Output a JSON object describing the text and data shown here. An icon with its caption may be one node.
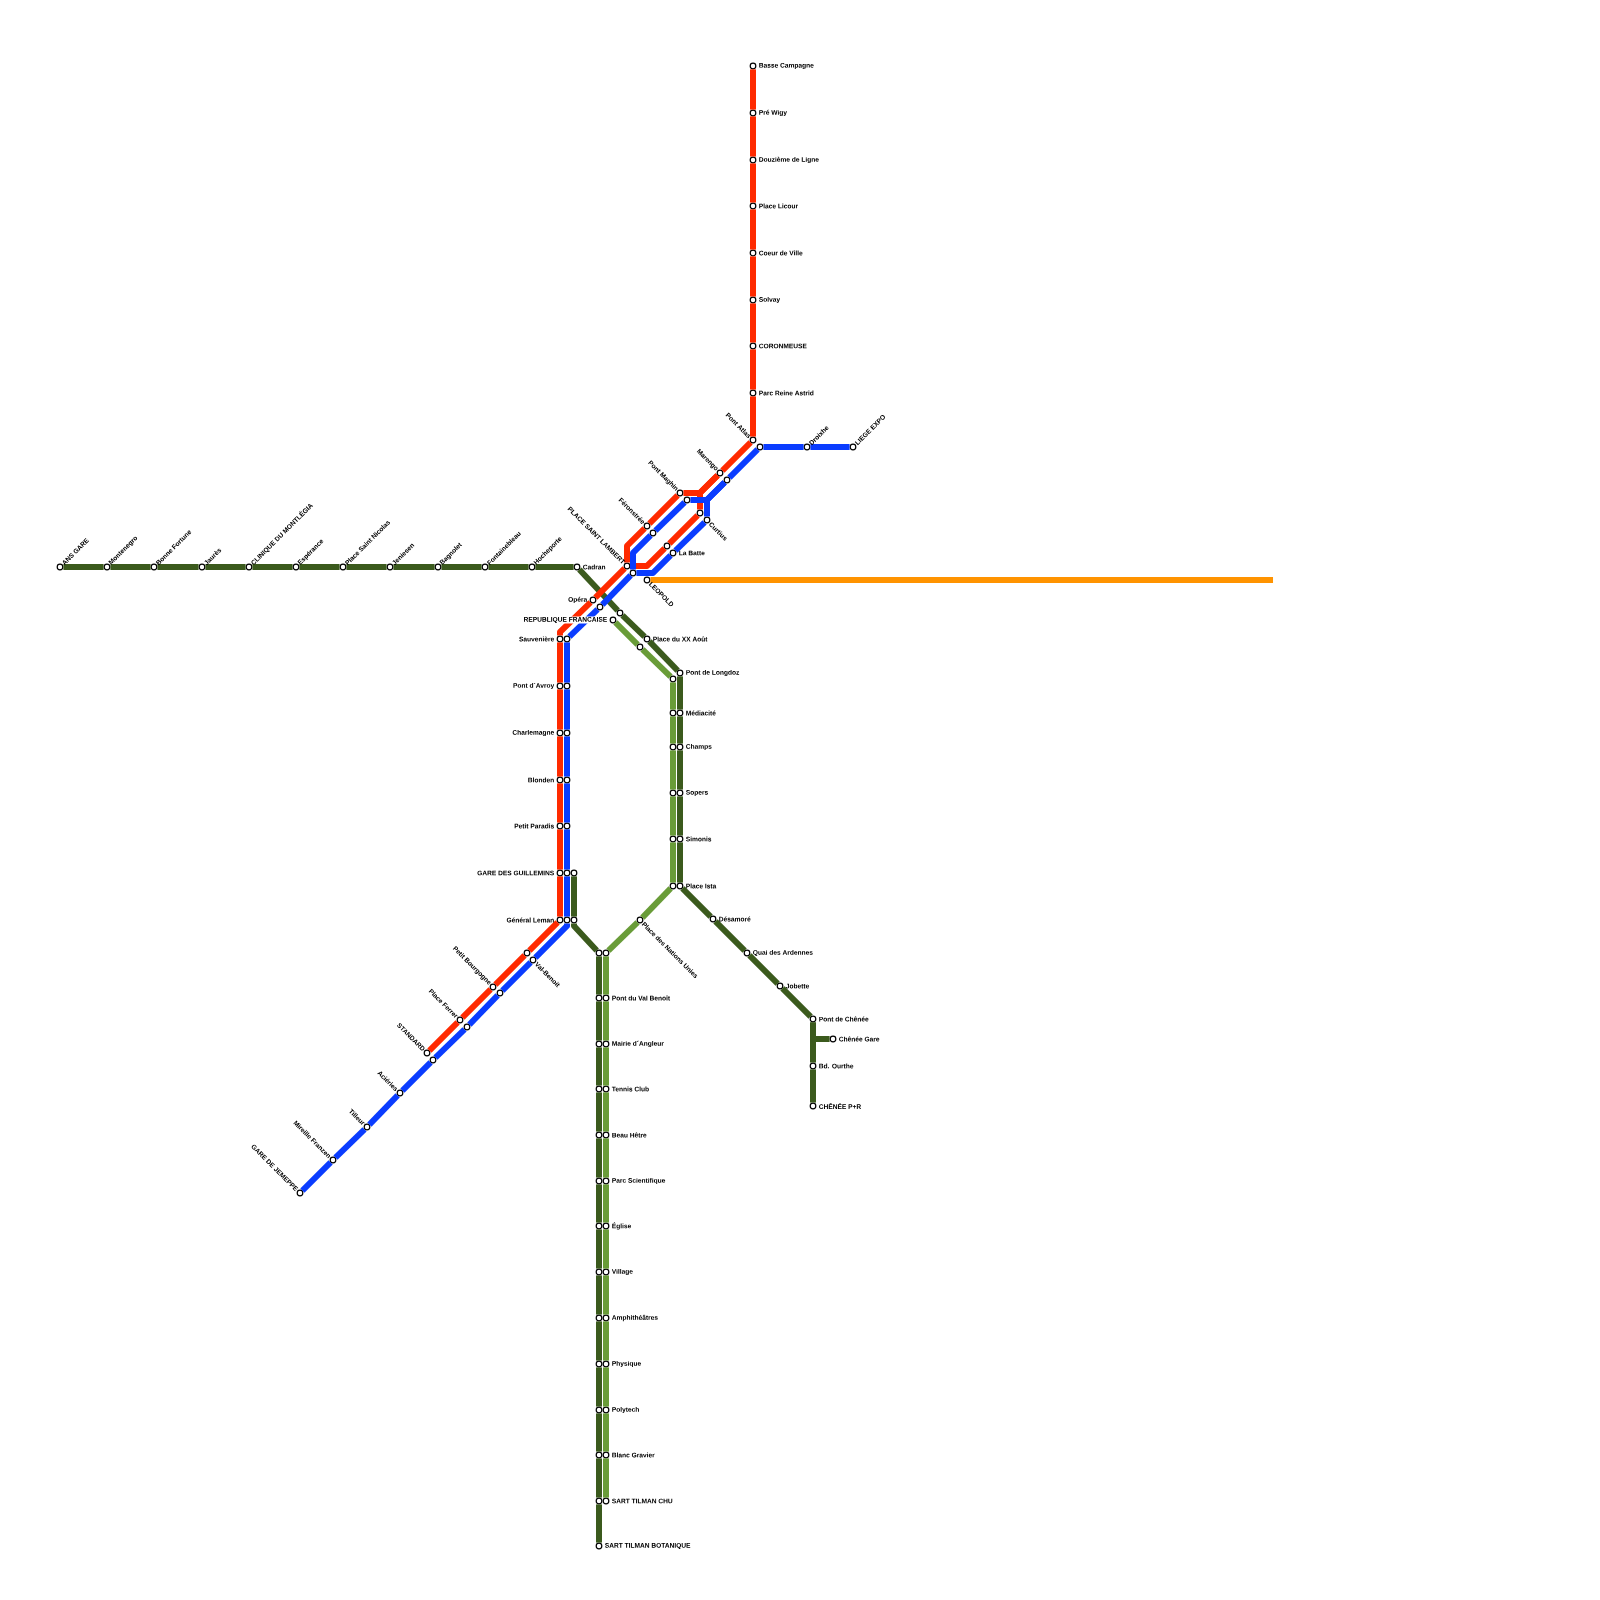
{
  "diagram": {
    "nodes": [
      {
        "text": [],
        "shape": "circle",
        "beside": [
          "ANS GARE"
        ]
      },
      {
        "text": [],
        "shape": "circle",
        "beside": [
          "Montenegro"
        ]
      },
      {
        "text": [],
        "shape": "circle",
        "beside": [
          "Bonne Fortune"
        ]
      },
      {
        "text": [],
        "shape": "circle",
        "beside": [
          "Jaurès"
        ]
      },
      {
        "text": [],
        "shape": "circle",
        "beside": [
          "CLINIQUE DU MONTLÉGIA"
        ]
      },
      {
        "text": [],
        "shape": "circle",
        "beside": [
          "Espérance"
        ]
      },
      {
        "text": [],
        "shape": "circle",
        "beside": [
          "Place Saint Nicolas"
        ]
      },
      {
        "text": [],
        "shape": "circle",
        "beside": [
          "Jeniesen"
        ]
      },
      {
        "text": [],
        "shape": "circle",
        "beside": [
          "Bagnolet"
        ]
      },
      {
        "text": [],
        "shape": "circle",
        "beside": [
          "Fontainebleau"
        ]
      },
      {
        "text": [],
        "shape": "circle",
        "beside": [
          "Hocheporte"
        ]
      },
      {
        "text": [],
        "shape": "circle",
        "beside": [
          "Cadran"
        ]
      },
      {
        "text": [],
        "shape": "circle",
        "beside": [
          "Basse Campagne"
        ]
      },
      {
        "text": [],
        "shape": "circle",
        "beside": [
          "Pré Wigy"
        ]
      },
      {
        "text": [],
        "shape": "circle",
        "beside": [
          "Douzième de Ligne"
        ]
      },
      {
        "text": [],
        "shape": "circle",
        "beside": [
          "Place Licour"
        ]
      },
      {
        "text": [],
        "shape": "circle",
        "beside": [
          "Coeur de Ville"
        ]
      },
      {
        "text": [],
        "shape": "circle",
        "beside": [
          "Solvay"
        ]
      },
      {
        "text": [],
        "shape": "circle",
        "beside": [
          "CORONMEUSE"
        ]
      },
      {
        "text": [],
        "shape": "circle",
        "beside": [
          "Parc Reine Astrid"
        ]
      },
      {
        "text": [],
        "shape": "circle",
        "beside": [
          "Pont Atlas"
        ]
      },
      {
        "text": [],
        "shape": "circle"
      },
      {
        "text": [],
        "shape": "circle",
        "beside": [
          "Droixhe"
        ]
      },
      {
        "text": [],
        "shape": "circle",
        "beside": [
          "LIEGE EXPO"
        ]
      },
      {
        "text": [],
        "shape": "circle",
        "beside": [
          "Marengo"
        ]
      },
      {
        "text": [],
        "shape": "circle"
      },
      {
        "text": [],
        "shape": "circle",
        "beside": [
          "Pont Maghin"
        ]
      },
      {
        "text": [],
        "shape": "circle"
      },
      {
        "text": [],
        "shape": "circle"
      },
      {
        "text": [],
        "shape": "circle",
        "beside": [
          "Curtius"
        ]
      },
      {
        "text": [],
        "shape": "circle",
        "beside": [
          "Féronstrée"
        ]
      },
      {
        "text": [],
        "shape": "circle"
      },
      {
        "text": [],
        "shape": "circle"
      },
      {
        "text": [],
        "shape": "circle",
        "beside": [
          "La Batte"
        ]
      },
      {
        "text": [],
        "shape": "circle",
        "beside": [
          "PLACE SAINT LAMBERT"
        ]
      },
      {
        "text": [],
        "shape": "circle"
      },
      {
        "text": [],
        "shape": "circle",
        "beside": [
          "LEOPOLD"
        ]
      },
      {
        "text": [],
        "shape": "circle",
        "beside": [
          "Opéra"
        ]
      },
      {
        "text": [],
        "shape": "circle"
      },
      {
        "text": [],
        "shape": "circle"
      },
      {
        "text": [],
        "shape": "circle",
        "beside": [
          "REPUBLIQUE FRANCAISE"
        ]
      },
      {
        "text": [],
        "shape": "circle",
        "beside": [
          "Place du XX Août"
        ]
      },
      {
        "text": [],
        "shape": "circle"
      },
      {
        "text": [],
        "shape": "circle",
        "beside": [
          "Sauvenière"
        ]
      },
      {
        "text": [],
        "shape": "circle"
      },
      {
        "text": [],
        "shape": "circle"
      },
      {
        "text": [],
        "shape": "circle",
        "beside": [
          "Pont de Longdoz"
        ]
      },
      {
        "text": [],
        "shape": "circle",
        "beside": [
          "Pont d´Avroy"
        ]
      },
      {
        "text": [],
        "shape": "circle"
      },
      {
        "text": [],
        "shape": "circle",
        "beside": [
          "Charlemagne"
        ]
      },
      {
        "text": [],
        "shape": "circle"
      },
      {
        "text": [],
        "shape": "circle",
        "beside": [
          "Blonden"
        ]
      },
      {
        "text": [],
        "shape": "circle"
      },
      {
        "text": [],
        "shape": "circle",
        "beside": [
          "Petit Paradis"
        ]
      },
      {
        "text": [],
        "shape": "circle"
      },
      {
        "text": [],
        "shape": "circle",
        "beside": [
          "GARE DES GUILLEMINS"
        ]
      },
      {
        "text": [],
        "shape": "circle"
      },
      {
        "text": [],
        "shape": "circle"
      },
      {
        "text": [],
        "shape": "circle",
        "beside": [
          "Général Leman"
        ]
      },
      {
        "text": [],
        "shape": "circle"
      },
      {
        "text": [],
        "shape": "circle"
      },
      {
        "text": [],
        "shape": "circle"
      },
      {
        "text": [],
        "shape": "circle",
        "beside": [
          "Médiacité"
        ]
      },
      {
        "text": [],
        "shape": "circle"
      },
      {
        "text": [],
        "shape": "circle",
        "beside": [
          "Champs"
        ]
      },
      {
        "text": [],
        "shape": "circle"
      },
      {
        "text": [],
        "shape": "circle",
        "beside": [
          "Sopers"
        ]
      },
      {
        "text": [],
        "shape": "circle"
      },
      {
        "text": [],
        "shape": "circle",
        "beside": [
          "Simonis"
        ]
      },
      {
        "text": [],
        "shape": "circle"
      },
      {
        "text": [],
        "shape": "circle",
        "beside": [
          "Place Ista"
        ]
      },
      {
        "text": [],
        "shape": "circle",
        "beside": [
          "Désamoré"
        ]
      },
      {
        "text": [],
        "shape": "circle",
        "beside": [
          "Quai des Ardennes"
        ]
      },
      {
        "text": [],
        "shape": "circle",
        "beside": [
          "Jobette"
        ]
      },
      {
        "text": [],
        "shape": "circle",
        "beside": [
          "Pont de Chênée"
        ]
      },
      {
        "text": [],
        "shape": "circle",
        "beside": [
          "Chênée Gare"
        ]
      },
      {
        "text": [],
        "shape": "circle",
        "beside": [
          "Bd. Ourthe"
        ]
      },
      {
        "text": [],
        "shape": "circle",
        "beside": [
          "CHÊNÉE P+R"
        ]
      },
      {
        "text": [],
        "shape": "circle",
        "beside": [
          "Place des Nations Unies"
        ]
      },
      {
        "text": [],
        "shape": "circle"
      },
      {
        "text": [],
        "shape": "circle",
        "beside": [
          "Val-Benoit"
        ]
      },
      {
        "text": [],
        "shape": "circle",
        "beside": [
          "Petit Bourgogne"
        ]
      },
      {
        "text": [],
        "shape": "circle"
      },
      {
        "text": [],
        "shape": "circle",
        "beside": [
          "Place Ferrer"
        ]
      },
      {
        "text": [],
        "shape": "circle"
      },
      {
        "text": [],
        "shape": "circle",
        "beside": [
          "STANDARD"
        ]
      },
      {
        "text": [],
        "shape": "circle"
      },
      {
        "text": [],
        "shape": "circle",
        "beside": [
          "Aciéries"
        ]
      },
      {
        "text": [],
        "shape": "circle",
        "beside": [
          "Tilleur"
        ]
      },
      {
        "text": [],
        "shape": "circle",
        "beside": [
          "Mireille Franzen"
        ]
      },
      {
        "text": [],
        "shape": "circle",
        "beside": [
          "GARE DE JEMEPPE"
        ]
      },
      {
        "text": [],
        "shape": "circle"
      },
      {
        "text": [],
        "shape": "circle"
      },
      {
        "text": [],
        "shape": "circle"
      },
      {
        "text": [],
        "shape": "circle",
        "beside": [
          "Pont du Val Benoît"
        ]
      },
      {
        "text": [],
        "shape": "circle"
      },
      {
        "text": [],
        "shape": "circle",
        "beside": [
          "Mairie d´Angleur"
        ]
      },
      {
        "text": [],
        "shape": "circle"
      },
      {
        "text": [],
        "shape": "circle",
        "beside": [
          "Tennis Club"
        ]
      },
      {
        "text": [],
        "shape": "circle"
      },
      {
        "text": [],
        "shape": "circle",
        "beside": [
          "Beau Hêtre"
        ]
      },
      {
        "text": [],
        "shape": "circle"
      },
      {
        "text": [],
        "shape": "circle",
        "beside": [
          "Parc Scientifique"
        ]
      },
      {
        "text": [],
        "shape": "circle"
      },
      {
        "text": [],
        "shape": "circle",
        "beside": [
          "Église"
        ]
      },
      {
        "text": [],
        "shape": "circle"
      },
      {
        "text": [],
        "shape": "circle",
        "beside": [
          "Village"
        ]
      },
      {
        "text": [],
        "shape": "circle"
      },
      {
        "text": [],
        "shape": "circle",
        "beside": [
          "Amphithéâtres"
        ]
      },
      {
        "text": [],
        "shape": "circle"
      },
      {
        "text": [],
        "shape": "circle",
        "beside": [
          "Physique"
        ]
      },
      {
        "text": [],
        "shape": "circle"
      },
      {
        "text": [],
        "shape": "circle",
        "beside": [
          "Polytech"
        ]
      },
      {
        "text": [],
        "shape": "circle"
      },
      {
        "text": [],
        "shape": "circle",
        "beside": [
          "Blanc Gravier"
        ]
      },
      {
        "text": [],
        "shape": "circle"
      },
      {
        "text": [],
        "shape": "circle",
        "beside": [
          "SART TILMAN CHU"
        ]
      },
      {
        "text": [],
        "shape": "circle",
        "beside": [
          "SART TILMAN BOTANIQUE"
        ]
      }
    ],
    "edges": [
      {
        "from": 0,
        "to": 1,
        "arrow": "none",
        "color": "#3b5a1d"
      },
      {
        "from": 1,
        "to": 2,
        "arrow": "none",
        "color": "#3b5a1d"
      },
      {
        "from": 2,
        "to": 3,
        "arrow": "none",
        "color": "#3b5a1d"
      },
      {
        "from": 3,
        "to": 4,
        "arrow": "none",
        "color": "#3b5a1d"
      },
      {
        "from": 4,
        "to": 5,
        "arrow": "none",
        "color": "#3b5a1d"
      },
      {
        "from": 5,
        "to": 6,
        "arrow": "none",
        "color": "#3b5a1d"
      },
      {
        "from": 6,
        "to": 7,
        "arrow": "none",
        "color": "#3b5a1d"
      },
      {
        "from": 7,
        "to": 8,
        "arrow": "none",
        "color": "#3b5a1d"
      },
      {
        "from": 8,
        "to": 9,
        "arrow": "none",
        "color": "#3b5a1d"
      },
      {
        "from": 9,
        "to": 10,
        "arrow": "none",
        "color": "#3b5a1d"
      },
      {
        "from": 10,
        "to": 11,
        "arrow": "none",
        "color": "#3b5a1d"
      },
      {
        "from": 11,
        "to": 39,
        "arrow": "none",
        "color": "#3b5a1d"
      },
      {
        "from": 39,
        "to": 41,
        "arrow": "none",
        "color": "#3b5a1d"
      },
      {
        "from": 41,
        "to": 46,
        "arrow": "none",
        "color": "#3b5a1d"
      },
      {
        "from": 46,
        "to": 62,
        "arrow": "none",
        "color": "#3b5a1d"
      },
      {
        "from": 62,
        "to": 64,
        "arrow": "none",
        "color": "#3b5a1d"
      },
      {
        "from": 64,
        "to": 66,
        "arrow": "none",
        "color": "#3b5a1d"
      },
      {
        "from": 66,
        "to": 68,
        "arrow": "none",
        "color": "#3b5a1d"
      },
      {
        "from": 68,
        "to": 70,
        "arrow": "none",
        "color": "#3b5a1d"
      },
      {
        "from": 70,
        "to": 71,
        "arrow": "none",
        "color": "#3b5a1d"
      },
      {
        "from": 71,
        "to": 72,
        "arrow": "none",
        "color": "#3b5a1d"
      },
      {
        "from": 72,
        "to": 73,
        "arrow": "none",
        "color": "#3b5a1d"
      },
      {
        "from": 73,
        "to": 74,
        "arrow": "none",
        "color": "#3b5a1d"
      },
      {
        "from": 74,
        "to": 76,
        "arrow": "none",
        "color": "#3b5a1d"
      },
      {
        "from": 76,
        "to": 77,
        "arrow": "none",
        "color": "#3b5a1d"
      },
      {
        "from": 74,
        "to": 75,
        "arrow": "none",
        "color": "#3b5a1d"
      },
      {
        "from": 12,
        "to": 13,
        "arrow": "none",
        "color": "#ff2a00"
      },
      {
        "from": 13,
        "to": 14,
        "arrow": "none",
        "color": "#ff2a00"
      },
      {
        "from": 14,
        "to": 15,
        "arrow": "none",
        "color": "#ff2a00"
      },
      {
        "from": 15,
        "to": 16,
        "arrow": "none",
        "color": "#ff2a00"
      },
      {
        "from": 16,
        "to": 17,
        "arrow": "none",
        "color": "#ff2a00"
      },
      {
        "from": 17,
        "to": 18,
        "arrow": "none",
        "color": "#ff2a00"
      },
      {
        "from": 18,
        "to": 19,
        "arrow": "none",
        "color": "#ff2a00"
      },
      {
        "from": 19,
        "to": 20,
        "arrow": "none",
        "color": "#ff2a00"
      },
      {
        "from": 20,
        "to": 24,
        "arrow": "none",
        "color": "#ff2a00"
      },
      {
        "from": 24,
        "to": 26,
        "arrow": "none",
        "color": "#ff2a00"
      },
      {
        "from": 24,
        "to": 28,
        "arrow": "none",
        "color": "#ff2a00"
      },
      {
        "from": 26,
        "to": 30,
        "arrow": "none",
        "color": "#ff2a00"
      },
      {
        "from": 30,
        "to": 34,
        "arrow": "none",
        "color": "#ff2a00"
      },
      {
        "from": 28,
        "to": 32,
        "arrow": "none",
        "color": "#ff2a00"
      },
      {
        "from": 32,
        "to": 34,
        "arrow": "none",
        "color": "#ff2a00"
      },
      {
        "from": 34,
        "to": 37,
        "arrow": "none",
        "color": "#ff2a00"
      },
      {
        "from": 23,
        "to": 22,
        "arrow": "none",
        "color": "#0a3cff"
      },
      {
        "from": 22,
        "to": 21,
        "arrow": "none",
        "color": "#0a3cff"
      },
      {
        "from": 21,
        "to": 25,
        "arrow": "none",
        "color": "#0a3cff"
      },
      {
        "from": 25,
        "to": 27,
        "arrow": "none",
        "color": "#0a3cff"
      },
      {
        "from": 25,
        "to": 29,
        "arrow": "none",
        "color": "#0a3cff"
      },
      {
        "from": 27,
        "to": 31,
        "arrow": "none",
        "color": "#0a3cff"
      },
      {
        "from": 31,
        "to": 35,
        "arrow": "none",
        "color": "#0a3cff"
      },
      {
        "from": 29,
        "to": 33,
        "arrow": "none",
        "color": "#0a3cff"
      },
      {
        "from": 33,
        "to": 35,
        "arrow": "none",
        "color": "#0a3cff"
      },
      {
        "from": 35,
        "to": 38,
        "arrow": "none",
        "color": "#0a3cff"
      },
      {
        "from": 36,
        "to": null,
        "arrow": "none",
        "color": "#ff9300"
      },
      {
        "from": 37,
        "to": 43,
        "arrow": "none",
        "color": "#ff2a00"
      },
      {
        "from": 43,
        "to": 47,
        "arrow": "none",
        "color": "#ff2a00"
      },
      {
        "from": 47,
        "to": 49,
        "arrow": "none",
        "color": "#ff2a00"
      },
      {
        "from": 49,
        "to": 51,
        "arrow": "none",
        "color": "#ff2a00"
      },
      {
        "from": 51,
        "to": 53,
        "arrow": "none",
        "color": "#ff2a00"
      },
      {
        "from": 53,
        "to": 55,
        "arrow": "none",
        "color": "#ff2a00"
      },
      {
        "from": 55,
        "to": 58,
        "arrow": "none",
        "color": "#ff2a00"
      },
      {
        "from": 58,
        "to": 79,
        "arrow": "none",
        "color": "#ff2a00"
      },
      {
        "from": 79,
        "to": 81,
        "arrow": "none",
        "color": "#ff2a00"
      },
      {
        "from": 81,
        "to": 83,
        "arrow": "none",
        "color": "#ff2a00"
      },
      {
        "from": 83,
        "to": 85,
        "arrow": "none",
        "color": "#ff2a00"
      },
      {
        "from": 38,
        "to": 44,
        "arrow": "none",
        "color": "#0a3cff"
      },
      {
        "from": 44,
        "to": 48,
        "arrow": "none",
        "color": "#0a3cff"
      },
      {
        "from": 48,
        "to": 50,
        "arrow": "none",
        "color": "#0a3cff"
      },
      {
        "from": 50,
        "to": 52,
        "arrow": "none",
        "color": "#0a3cff"
      },
      {
        "from": 52,
        "to": 54,
        "arrow": "none",
        "color": "#0a3cff"
      },
      {
        "from": 54,
        "to": 56,
        "arrow": "none",
        "color": "#0a3cff"
      },
      {
        "from": 56,
        "to": 59,
        "arrow": "none",
        "color": "#0a3cff"
      },
      {
        "from": 59,
        "to": 80,
        "arrow": "none",
        "color": "#0a3cff"
      },
      {
        "from": 80,
        "to": 82,
        "arrow": "none",
        "color": "#0a3cff"
      },
      {
        "from": 82,
        "to": 84,
        "arrow": "none",
        "color": "#0a3cff"
      },
      {
        "from": 84,
        "to": 86,
        "arrow": "none",
        "color": "#0a3cff"
      },
      {
        "from": 86,
        "to": 87,
        "arrow": "none",
        "color": "#0a3cff"
      },
      {
        "from": 87,
        "to": 88,
        "arrow": "none",
        "color": "#0a3cff"
      },
      {
        "from": 88,
        "to": 89,
        "arrow": "none",
        "color": "#0a3cff"
      },
      {
        "from": 89,
        "to": 90,
        "arrow": "none",
        "color": "#0a3cff"
      },
      {
        "from": 57,
        "to": 60,
        "arrow": "none",
        "color": "#3b5a1d"
      },
      {
        "from": 60,
        "to": 91,
        "arrow": "none",
        "color": "#3b5a1d"
      },
      {
        "from": 91,
        "to": 93,
        "arrow": "none",
        "color": "#3b5a1d"
      },
      {
        "from": 93,
        "to": 95,
        "arrow": "none",
        "color": "#3b5a1d"
      },
      {
        "from": 95,
        "to": 97,
        "arrow": "none",
        "color": "#3b5a1d"
      },
      {
        "from": 97,
        "to": 99,
        "arrow": "none",
        "color": "#3b5a1d"
      },
      {
        "from": 99,
        "to": 101,
        "arrow": "none",
        "color": "#3b5a1d"
      },
      {
        "from": 101,
        "to": 103,
        "arrow": "none",
        "color": "#3b5a1d"
      },
      {
        "from": 103,
        "to": 105,
        "arrow": "none",
        "color": "#3b5a1d"
      },
      {
        "from": 105,
        "to": 107,
        "arrow": "none",
        "color": "#3b5a1d"
      },
      {
        "from": 107,
        "to": 109,
        "arrow": "none",
        "color": "#3b5a1d"
      },
      {
        "from": 109,
        "to": 111,
        "arrow": "none",
        "color": "#3b5a1d"
      },
      {
        "from": 111,
        "to": 113,
        "arrow": "none",
        "color": "#3b5a1d"
      },
      {
        "from": 113,
        "to": 115,
        "arrow": "none",
        "color": "#3b5a1d"
      },
      {
        "from": 115,
        "to": 117,
        "arrow": "none",
        "color": "#3b5a1d"
      },
      {
        "from": 40,
        "to": 42,
        "arrow": "none",
        "color": "#699c38"
      },
      {
        "from": 42,
        "to": 45,
        "arrow": "none",
        "color": "#699c38"
      },
      {
        "from": 45,
        "to": 61,
        "arrow": "none",
        "color": "#699c38"
      },
      {
        "from": 61,
        "to": 63,
        "arrow": "none",
        "color": "#699c38"
      },
      {
        "from": 63,
        "to": 65,
        "arrow": "none",
        "color": "#699c38"
      },
      {
        "from": 65,
        "to": 67,
        "arrow": "none",
        "color": "#699c38"
      },
      {
        "from": 67,
        "to": 69,
        "arrow": "none",
        "color": "#699c38"
      },
      {
        "from": 69,
        "to": 78,
        "arrow": "none",
        "color": "#699c38"
      },
      {
        "from": 78,
        "to": 92,
        "arrow": "none",
        "color": "#699c38"
      },
      {
        "from": 92,
        "to": 94,
        "arrow": "none",
        "color": "#699c38"
      },
      {
        "from": 94,
        "to": 96,
        "arrow": "none",
        "color": "#699c38"
      },
      {
        "from": 96,
        "to": 98,
        "arrow": "none",
        "color": "#699c38"
      },
      {
        "from": 98,
        "to": 100,
        "arrow": "none",
        "color": "#699c38"
      },
      {
        "from": 100,
        "to": 102,
        "arrow": "none",
        "color": "#699c38"
      },
      {
        "from": 102,
        "to": 104,
        "arrow": "none",
        "color": "#699c38"
      },
      {
        "from": 104,
        "to": 106,
        "arrow": "none",
        "color": "#699c38"
      },
      {
        "from": 106,
        "to": 108,
        "arrow": "none",
        "color": "#699c38"
      },
      {
        "from": 108,
        "to": 110,
        "arrow": "none",
        "color": "#699c38"
      },
      {
        "from": 110,
        "to": 112,
        "arrow": "none",
        "color": "#699c38"
      },
      {
        "from": 112,
        "to": 114,
        "arrow": "none",
        "color": "#699c38"
      },
      {
        "from": 114,
        "to": 116,
        "arrow": "none",
        "color": "#699c38"
      }
    ]
  }
}
